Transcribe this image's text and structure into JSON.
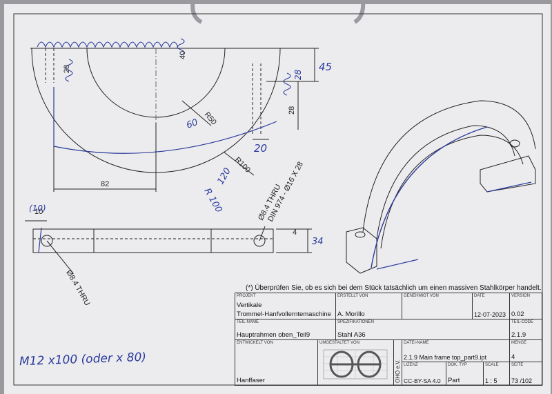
{
  "dimensions": {
    "d82": "82",
    "d45": "45",
    "d28a": "28",
    "d28b": "28",
    "d20": "20",
    "d40": "40",
    "d10": "10",
    "r50": "R50",
    "r100": "R100",
    "d4": "4",
    "d34": "34",
    "hole_thru": "Ø8.4 THRU",
    "hole_callout_1": "Ø8.4 THRU",
    "hole_callout_2": "DIN 974 - Ø16 X 28"
  },
  "handwritten": {
    "h60": "60",
    "h120": "120",
    "hr100": "R 100",
    "h28": "28",
    "h10": "(10)",
    "note": "M12 x100 (oder x 80)"
  },
  "note": "(*) Überprüfen Sie, ob es sich bei dem Stück tatsächlich um einen massiven Stahlkörper handelt.",
  "title_block": {
    "projekt_label": "PROJEKT",
    "projekt_line1": "Vertikale",
    "projekt_line2": "Trommel-Hanfvollerntemaschine",
    "erstellt_label": "ERSTELLT VON",
    "erstellt_value": "A. Morillo",
    "genehmigt_label": "GENEHMIGT VON",
    "date_label": "DATE",
    "date_value": "12-07-2023",
    "version_label": "VERSION",
    "version_value": "0.02",
    "teilname_label": "TEIL-NAME",
    "teilname_value": "Hauptrahmen oben_Teil9",
    "spez_label": "SPEZIFIKATIONEN",
    "spez_value": "Stahl A36",
    "teilcode_label": "TEIL-CODE",
    "teilcode_value": "2.1.9",
    "entwickelt_label": "ENTWICKELT VON",
    "entwickelt_value": "Hanffaser",
    "umgestaltet_label": "UMGESTALTET VON",
    "datei_label": "DATEI-NAME",
    "datei_value": "2.1.9 Main frame top_part9.ipt",
    "menge_label": "MENGE",
    "menge_value": "4",
    "org_vertical": "OHO e.V.",
    "lizenz_label": "LIZENZ",
    "lizenz_value": "CC-BY-SA 4.0",
    "doktyp_label": "DOK. TYP",
    "doktyp_value": "Part",
    "scale_label": "SCALE",
    "scale_value": "1 : 5",
    "seite_label": "SEITE",
    "seite_value": "73 /102"
  }
}
